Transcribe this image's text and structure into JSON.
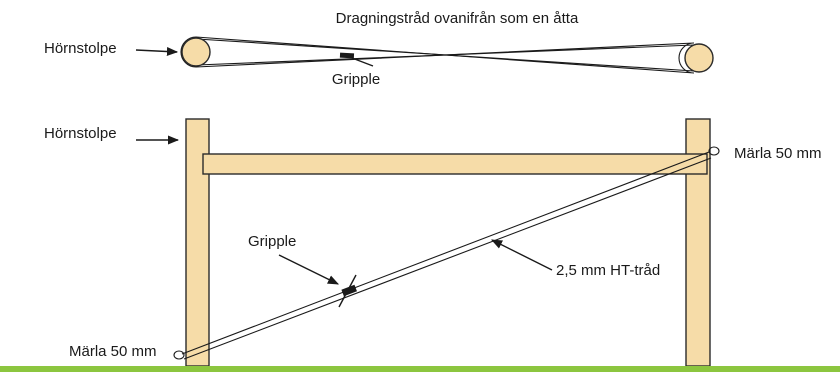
{
  "top_view": {
    "title": "Dragningstråd ovanifrån som en åtta",
    "corner_post_label": "Hörnstolpe",
    "gripple_label": "Gripple"
  },
  "side_view": {
    "corner_post_label": "Hörnstolpe",
    "staple_top_label": "Märla 50 mm",
    "staple_bottom_label": "Märla 50 mm",
    "gripple_label": "Gripple",
    "wire_label": "2,5 mm HT-tråd"
  },
  "colors": {
    "post_fill": "#f6dca8",
    "ground": "#8cc63f",
    "ink": "#1a1a1a"
  }
}
